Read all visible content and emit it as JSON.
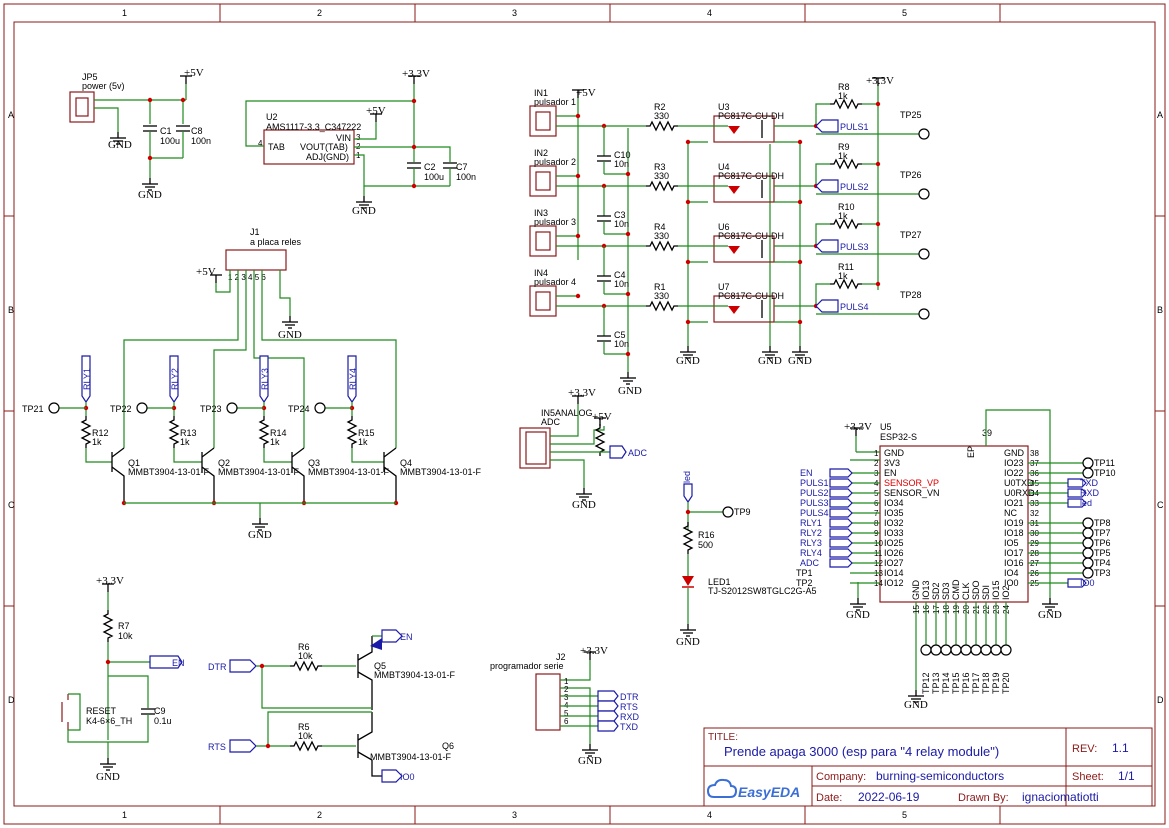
{
  "border": {
    "columns": [
      "1",
      "2",
      "3",
      "4",
      "5"
    ],
    "rows": [
      "A",
      "B",
      "C",
      "D"
    ]
  },
  "title_block": {
    "title_label": "TITLE:",
    "title": "Prende apaga 3000 (esp para \"4 relay module\")",
    "rev_label": "REV:",
    "rev": "1.1",
    "company_label": "Company:",
    "company": "burning-semiconductors",
    "sheet_label": "Sheet:",
    "sheet": "1/1",
    "date_label": "Date:",
    "date": "2022-06-19",
    "drawn_label": "Drawn By:",
    "drawn_by": "ignaciomatiotti",
    "logo": "EasyEDA"
  },
  "rails": {
    "v5": "+5V",
    "v33": "+3.3V",
    "gnd": "GND"
  },
  "power": {
    "jp5": "JP5",
    "jp5_val": "power (5v)",
    "c1": "C1",
    "c1_val": "100u",
    "c8": "C8",
    "c8_val": "100n",
    "u2": "U2",
    "u2_val": "AMS1117-3.3_C347222",
    "vin": "VIN",
    "tab": "TAB",
    "vout": "VOUT(TAB)",
    "adj": "ADJ(GND)",
    "c2": "C2",
    "c2_val": "100u",
    "c7": "C7",
    "c7_val": "100n"
  },
  "relay": {
    "j1": "J1",
    "j1_val": "a placa reles",
    "rly": [
      "RLY1",
      "RLY2",
      "RLY3",
      "RLY4"
    ],
    "tp": [
      "TP21",
      "TP22",
      "TP23",
      "TP24"
    ],
    "r": [
      "R12",
      "R13",
      "R14",
      "R15"
    ],
    "r_val": "1k",
    "q": [
      "Q1",
      "Q2",
      "Q3",
      "Q4"
    ],
    "q_val": "MMBT3904-13-01-F"
  },
  "inputs": {
    "in": [
      "IN1",
      "IN2",
      "IN3",
      "IN4"
    ],
    "in_val": [
      "pulsador 1",
      "pulsador 2",
      "pulsador 3",
      "pulsador 4"
    ],
    "r": [
      "R2",
      "R3",
      "R4",
      "R1"
    ],
    "r_val": "330",
    "c": [
      "C10",
      "C3",
      "C4",
      "C5"
    ],
    "c_val": "10n",
    "u": [
      "U3",
      "U4",
      "U6",
      "U7"
    ],
    "u_val": "PC817C-CU-DH",
    "rp": [
      "R8",
      "R9",
      "R10",
      "R11"
    ],
    "rp_val": "1k",
    "puls": [
      "PULS1",
      "PULS2",
      "PULS3",
      "PULS4"
    ],
    "tp": [
      "TP25",
      "TP26",
      "TP27",
      "TP28"
    ]
  },
  "analog": {
    "name": "IN5ANALOG",
    "val": "ADC",
    "net": "ADC"
  },
  "led": {
    "net": "led",
    "r": "R16",
    "r_val": "500",
    "tp": "TP9",
    "d": "LED1",
    "d_val": "TJ-S2012SW8TGLC2G-A5"
  },
  "reset": {
    "r": "R7",
    "r_val": "10k",
    "sw": "RESET",
    "sw_val": "K4-6×6_TH",
    "c": "C9",
    "c_val": "0.1u",
    "net": "EN"
  },
  "autoprog": {
    "dtr": "DTR",
    "rts": "RTS",
    "en": "EN",
    "io0": "IO0",
    "r6": "R6",
    "r5": "R5",
    "r_val": "10k",
    "q5": "Q5",
    "q6": "Q6",
    "q_val": "MMBT3904-13-01-F"
  },
  "prog": {
    "j2": "J2",
    "j2_val": "programador serie",
    "nets": [
      "DTR",
      "RTS",
      "RXD",
      "TXD"
    ],
    "pins": [
      "1",
      "2",
      "3",
      "4",
      "5",
      "6"
    ]
  },
  "esp": {
    "u5": "U5",
    "val": "ESP32-S",
    "ep": "EP",
    "ep_num": "39",
    "left": [
      {
        "n": "1",
        "p": "GND",
        "net": ""
      },
      {
        "n": "2",
        "p": "3V3",
        "net": ""
      },
      {
        "n": "3",
        "p": "EN",
        "net": "EN"
      },
      {
        "n": "4",
        "p": "SENSOR_VP",
        "net": "PULS1"
      },
      {
        "n": "5",
        "p": "SENSOR_VN",
        "net": "PULS2"
      },
      {
        "n": "6",
        "p": "IO34",
        "net": "PULS3"
      },
      {
        "n": "7",
        "p": "IO35",
        "net": "PULS4"
      },
      {
        "n": "8",
        "p": "IO32",
        "net": "RLY1"
      },
      {
        "n": "9",
        "p": "IO33",
        "net": "RLY2"
      },
      {
        "n": "10",
        "p": "IO25",
        "net": "RLY3"
      },
      {
        "n": "11",
        "p": "IO26",
        "net": "RLY4"
      },
      {
        "n": "12",
        "p": "IO27",
        "net": "ADC"
      },
      {
        "n": "13",
        "p": "IO14",
        "net": "TP1"
      },
      {
        "n": "14",
        "p": "IO12",
        "net": "TP2"
      }
    ],
    "right": [
      {
        "n": "38",
        "p": "GND",
        "net": ""
      },
      {
        "n": "37",
        "p": "IO23",
        "net": "TP11"
      },
      {
        "n": "36",
        "p": "IO22",
        "net": "TP10"
      },
      {
        "n": "35",
        "p": "U0TXD",
        "net": "TXD"
      },
      {
        "n": "34",
        "p": "U0RXD",
        "net": "RXD"
      },
      {
        "n": "33",
        "p": "IO21",
        "net": "led"
      },
      {
        "n": "32",
        "p": "NC",
        "net": ""
      },
      {
        "n": "31",
        "p": "IO19",
        "net": "TP8"
      },
      {
        "n": "30",
        "p": "IO18",
        "net": "TP7"
      },
      {
        "n": "29",
        "p": "IO5",
        "net": "TP6"
      },
      {
        "n": "28",
        "p": "IO17",
        "net": "TP5"
      },
      {
        "n": "27",
        "p": "IO16",
        "net": "TP4"
      },
      {
        "n": "26",
        "p": "IO4",
        "net": "TP3"
      },
      {
        "n": "25",
        "p": "IO0",
        "net": "IO0"
      }
    ],
    "bottom": [
      {
        "n": "15",
        "p": "GND",
        "net": ""
      },
      {
        "n": "16",
        "p": "IO13",
        "net": "TP12"
      },
      {
        "n": "17",
        "p": "SD2",
        "net": "TP13"
      },
      {
        "n": "18",
        "p": "SD3",
        "net": "TP14"
      },
      {
        "n": "19",
        "p": "CMD",
        "net": "TP15"
      },
      {
        "n": "20",
        "p": "CLK",
        "net": "TP16"
      },
      {
        "n": "21",
        "p": "SDO",
        "net": "TP17"
      },
      {
        "n": "22",
        "p": "SDI",
        "net": "TP18"
      },
      {
        "n": "23",
        "p": "IO15",
        "net": "TP19"
      },
      {
        "n": "24",
        "p": "IO2",
        "net": "TP20"
      }
    ]
  }
}
